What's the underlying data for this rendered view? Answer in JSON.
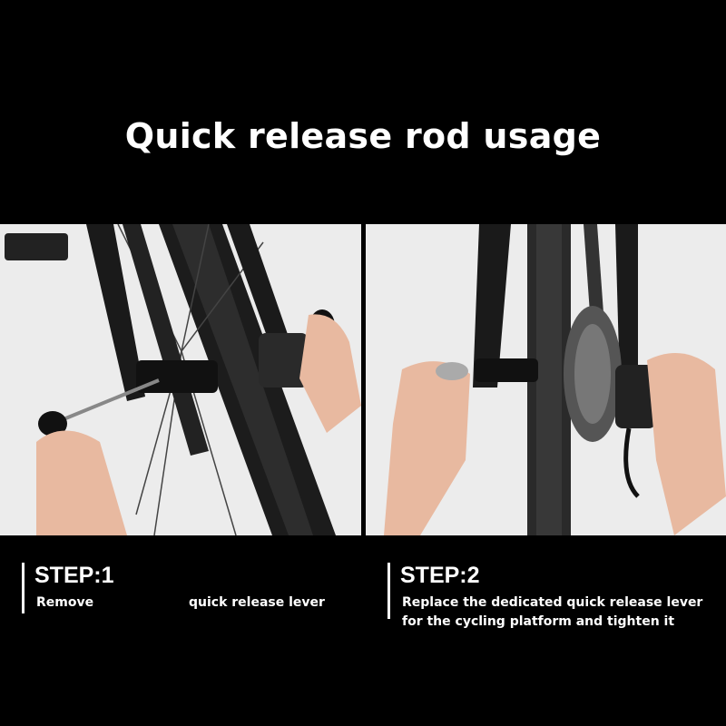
{
  "title": "Quick release rod usage",
  "photos": [
    {
      "description_icon": "bicycle-rear-wheel-remove-lever-photo"
    },
    {
      "description_icon": "bicycle-rear-wheel-install-lever-photo"
    }
  ],
  "steps": [
    {
      "heading": "STEP:1",
      "line1_a": "Remove",
      "line1_b": "quick release lever",
      "line2": ""
    },
    {
      "heading": "STEP:2",
      "line1_a": "Replace the dedicated quick release lever",
      "line1_b": "",
      "line2": "for the cycling platform and tighten it"
    }
  ],
  "colors": {
    "background": "#000000",
    "text": "#ffffff",
    "photo_bg": "#ececec"
  }
}
